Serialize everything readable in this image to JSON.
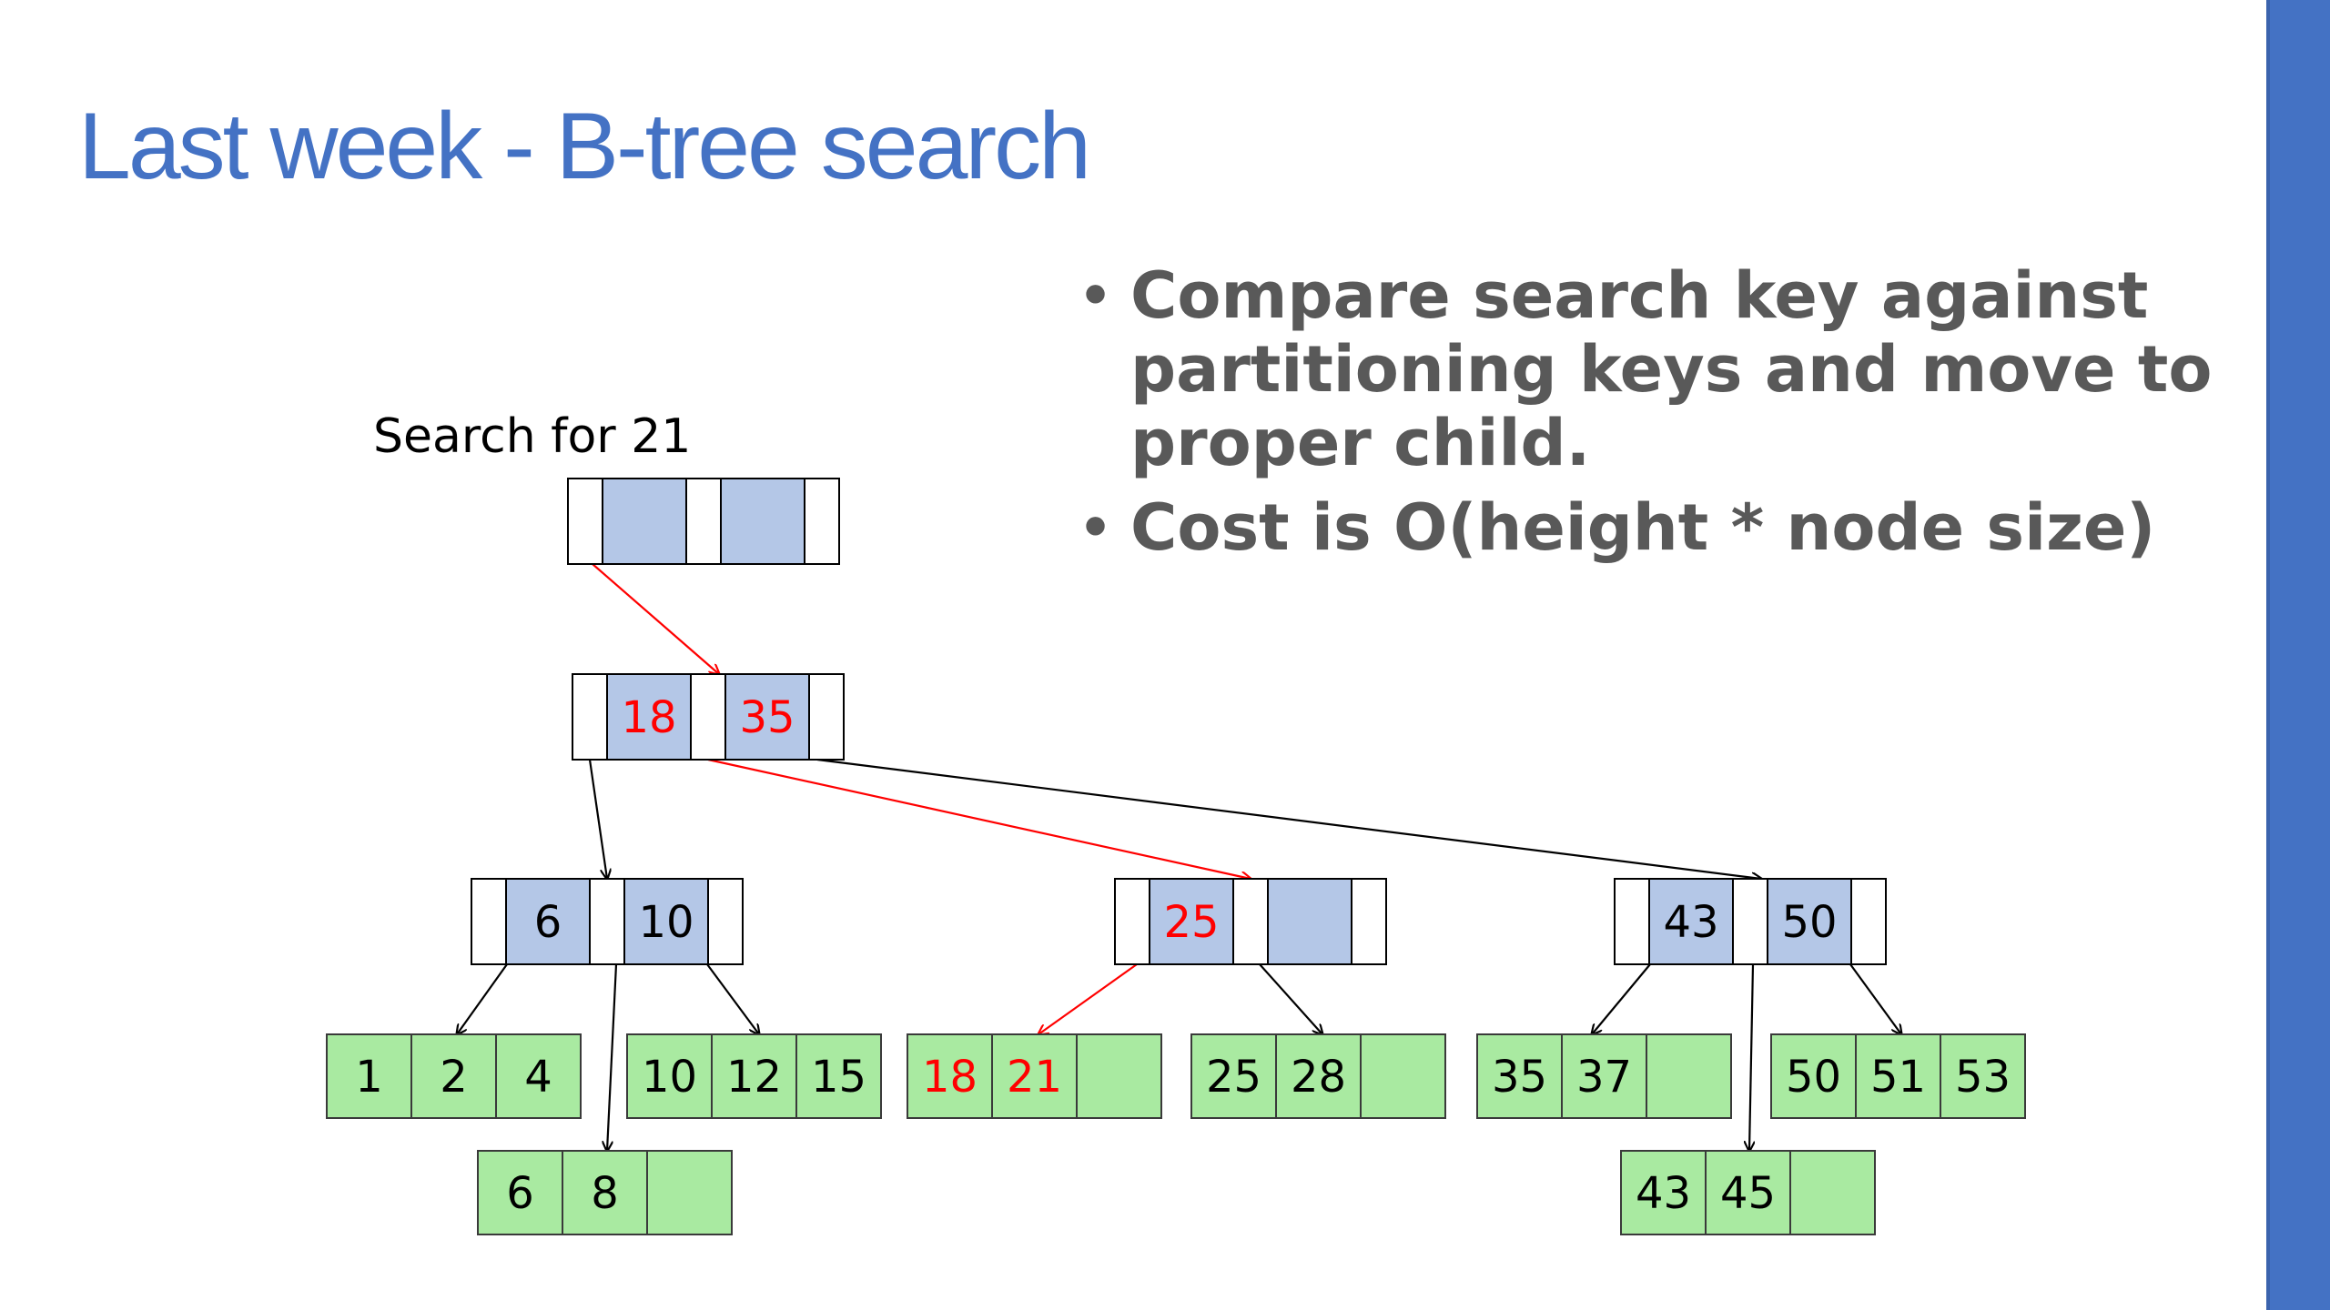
{
  "slide": {
    "title": "Last week - B-tree search",
    "bullets": [
      "Compare search key against partitioning keys and move to proper child.",
      "Cost is O(height * node size)"
    ]
  },
  "diagram": {
    "search_label": "Search for 21",
    "colors": {
      "key_fill": "#b4c7e7",
      "leaf_fill": "#a9eaa1",
      "highlight": "#ff0000",
      "line": "#000000"
    },
    "root": {
      "keys": [
        "",
        ""
      ]
    },
    "internal": {
      "keys": [
        "18",
        "35"
      ],
      "highlighted": [
        true,
        true
      ]
    },
    "level2": [
      {
        "keys": [
          "6",
          "10"
        ],
        "highlighted": [
          false,
          false
        ]
      },
      {
        "keys": [
          "25",
          ""
        ],
        "highlighted": [
          true,
          false
        ]
      },
      {
        "keys": [
          "43",
          "50"
        ],
        "highlighted": [
          false,
          false
        ]
      }
    ],
    "leaves": [
      {
        "keys": [
          "1",
          "2",
          "4"
        ],
        "highlighted": [
          false,
          false,
          false
        ]
      },
      {
        "keys": [
          "6",
          "8",
          ""
        ],
        "highlighted": [
          false,
          false,
          false
        ]
      },
      {
        "keys": [
          "10",
          "12",
          "15"
        ],
        "highlighted": [
          false,
          false,
          false
        ]
      },
      {
        "keys": [
          "18",
          "21",
          ""
        ],
        "highlighted": [
          true,
          true,
          false
        ]
      },
      {
        "keys": [
          "25",
          "28",
          ""
        ],
        "highlighted": [
          false,
          false,
          false
        ]
      },
      {
        "keys": [
          "35",
          "37",
          ""
        ],
        "highlighted": [
          false,
          false,
          false
        ]
      },
      {
        "keys": [
          "43",
          "45",
          ""
        ],
        "highlighted": [
          false,
          false,
          false
        ]
      },
      {
        "keys": [
          "50",
          "51",
          "53"
        ],
        "highlighted": [
          false,
          false,
          false
        ]
      }
    ],
    "search_path": [
      {
        "from": "root",
        "to": "internal"
      },
      {
        "from": "internal",
        "to": "level2.1"
      },
      {
        "from": "level2.1",
        "to": "leaves.3"
      }
    ]
  }
}
